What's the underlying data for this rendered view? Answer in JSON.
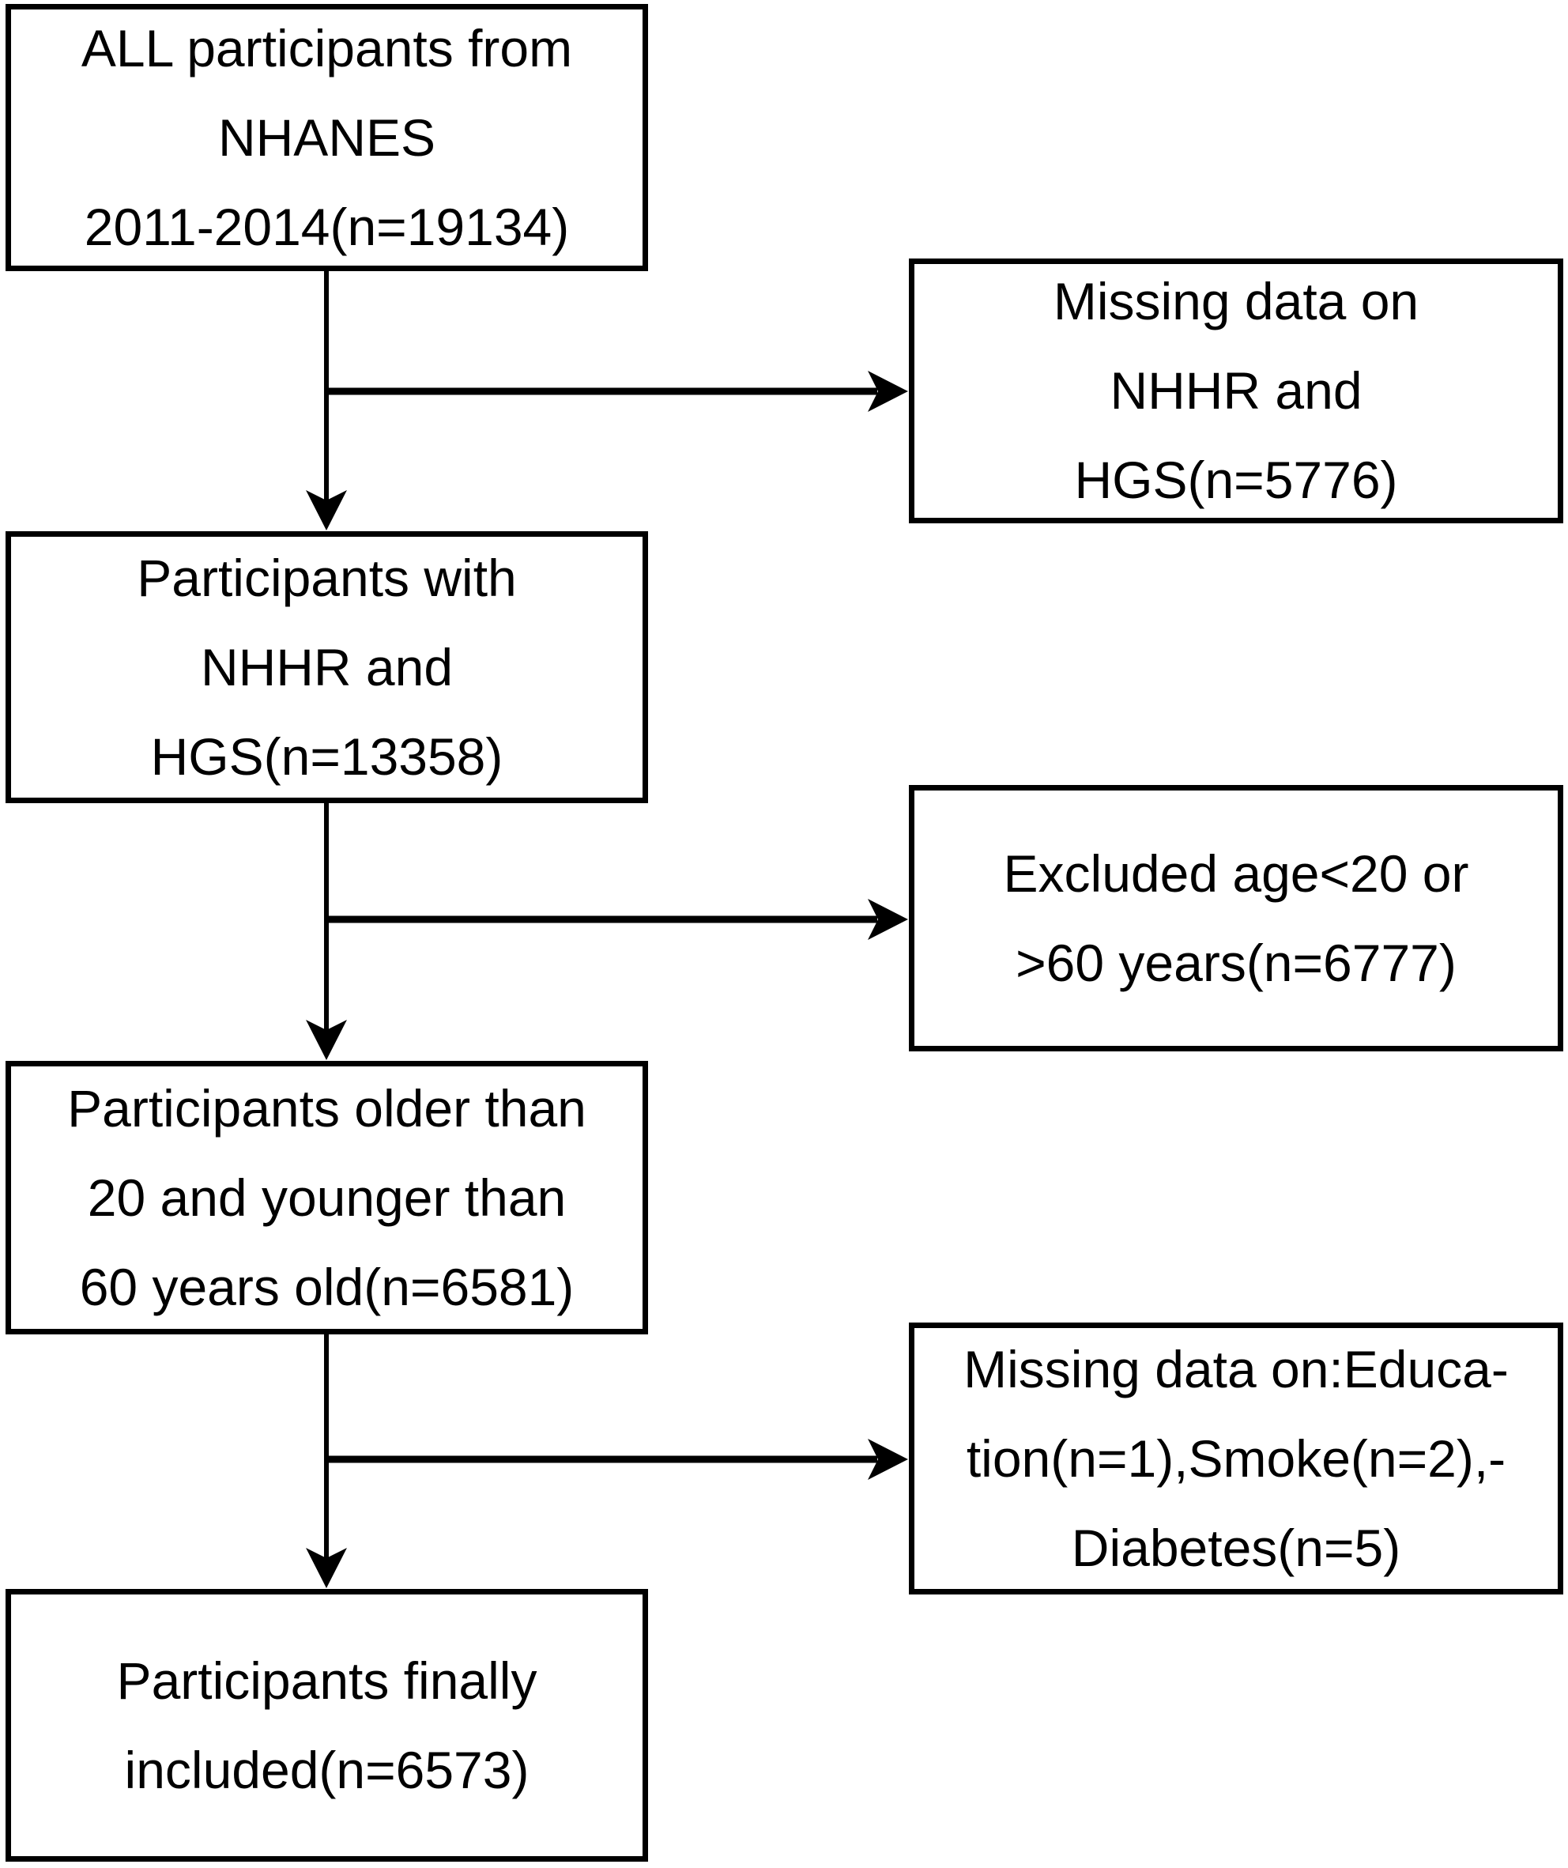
{
  "diagram": {
    "type": "participant-flowchart",
    "background_color": "#ffffff",
    "line_color": "#000000",
    "nodes": {
      "box1": {
        "label": "ALL participants from\nNHANES\n2011-2014(n=19134)"
      },
      "box2": {
        "label": "Missing data on\nNHHR and\nHGS(n=5776)"
      },
      "box3": {
        "label": "Participants with\nNHHR and\nHGS(n=13358)"
      },
      "box4": {
        "label": "Excluded age<20 or\n>60 years(n=6777)"
      },
      "box5": {
        "label": "Participants older than\n20 and younger than\n60 years old(n=6581)"
      },
      "box6": {
        "label": "Missing data on:Educa-\ntion(n=1),Smoke(n=2),-\nDiabetes(n=5)"
      },
      "box7": {
        "label": "Participants finally\nincluded(n=6573)"
      }
    }
  }
}
